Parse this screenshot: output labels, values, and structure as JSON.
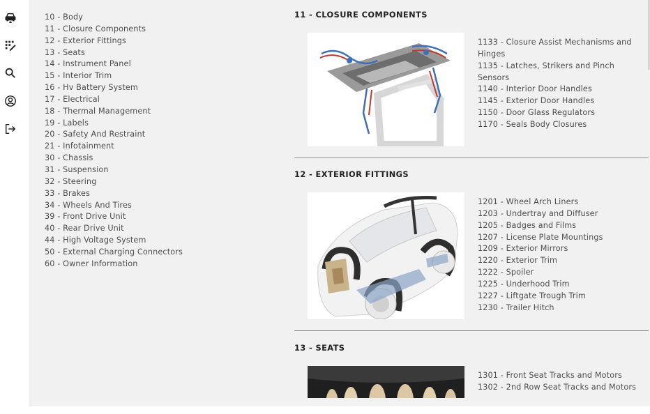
{
  "nav_rail": {
    "items": [
      {
        "icon": "car-icon"
      },
      {
        "icon": "diagram-icon"
      },
      {
        "icon": "search-icon"
      },
      {
        "icon": "user-circle-icon"
      },
      {
        "icon": "logout-icon"
      }
    ]
  },
  "toc": {
    "items": [
      "10 - Body",
      "11 - Closure Components",
      "12 - Exterior Fittings",
      "13 - Seats",
      "14 - Instrument Panel",
      "15 - Interior Trim",
      "16 - Hv Battery System",
      "17 - Electrical",
      "18 - Thermal Management",
      "19 - Labels",
      "20 - Safety And Restraint",
      "21 - Infotainment",
      "30 - Chassis",
      "31 - Suspension",
      "32 - Steering",
      "33 - Brakes",
      "34 - Wheels And Tires",
      "39 - Front Drive Unit",
      "40 - Rear Drive Unit",
      "44 - High Voltage System",
      "50 - External Charging Connectors",
      "60 - Owner Information"
    ]
  },
  "sections": [
    {
      "title": "11 - CLOSURE COMPONENTS",
      "image": "closure-components-diagram",
      "items": [
        "1133 - Closure Assist Mechanisms and Hinges",
        "1135 - Latches, Strikers and Pinch Sensors",
        "1140 - Interior Door Handles",
        "1145 - Exterior Door Handles",
        "1150 - Door Glass Regulators",
        "1170 - Seals Body Closures"
      ]
    },
    {
      "title": "12 - EXTERIOR FITTINGS",
      "image": "exterior-fittings-diagram",
      "items": [
        "1201 - Wheel Arch Liners",
        "1203 - Undertray and Diffuser",
        "1205 - Badges and Films",
        "1207 - License Plate Mountings",
        "1209 - Exterior Mirrors",
        "1220 - Exterior Trim",
        "1222 - Spoiler",
        "1225 - Underhood Trim",
        "1227 - Liftgate Trough Trim",
        "1230 - Trailer Hitch"
      ]
    },
    {
      "title": "13 - SEATS",
      "image": "seats-diagram",
      "items": [
        "1301 - Front Seat Tracks and Motors",
        "1302 - 2nd Row Seat Tracks and Motors"
      ]
    }
  ]
}
